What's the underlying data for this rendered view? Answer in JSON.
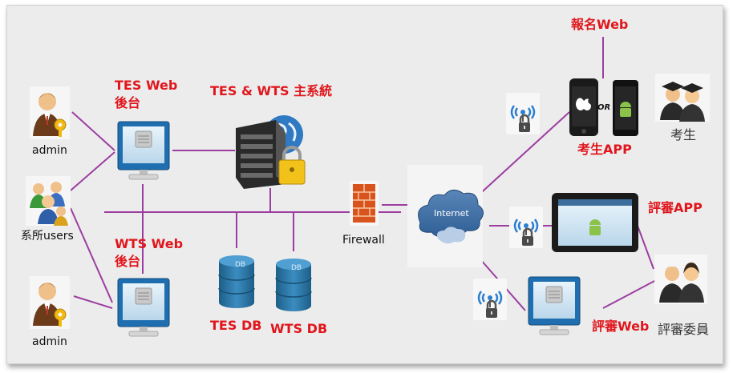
{
  "labels": {
    "tes_web": "TES Web",
    "tes_web_backend": "後台",
    "wts_web": "WTS Web",
    "wts_web_backend": "後台",
    "main_system": "TES & WTS 主系統",
    "admin_top": "admin",
    "dept_users": "系所users",
    "admin_bottom": "admin",
    "tes_db": "TES DB",
    "wts_db": "WTS DB",
    "db_badge": "DB",
    "firewall": "Firewall",
    "internet": "Internet",
    "signup_web": "報名Web",
    "or": "OR",
    "examinee_app": "考生APP",
    "examinee": "考生",
    "reviewer_app": "評審APP",
    "reviewer_web": "評審Web",
    "reviewer_committee": "評審委員"
  },
  "colors": {
    "link_purple": "#9b3ea0",
    "label_red": "#e0161c",
    "monitor_blue": "#1f6fb0",
    "db_blue": "#2f79a8",
    "background": "#ececec"
  },
  "icons": [
    "user-key-icon",
    "group-users-icon",
    "monitor-icon",
    "server-globe-lock-icon",
    "database-icon",
    "firewall-icon",
    "internet-cloud-icon",
    "wireless-lock-icon",
    "iphone-icon",
    "android-phone-icon",
    "tablet-android-icon",
    "graduates-icon",
    "reviewers-icon"
  ]
}
